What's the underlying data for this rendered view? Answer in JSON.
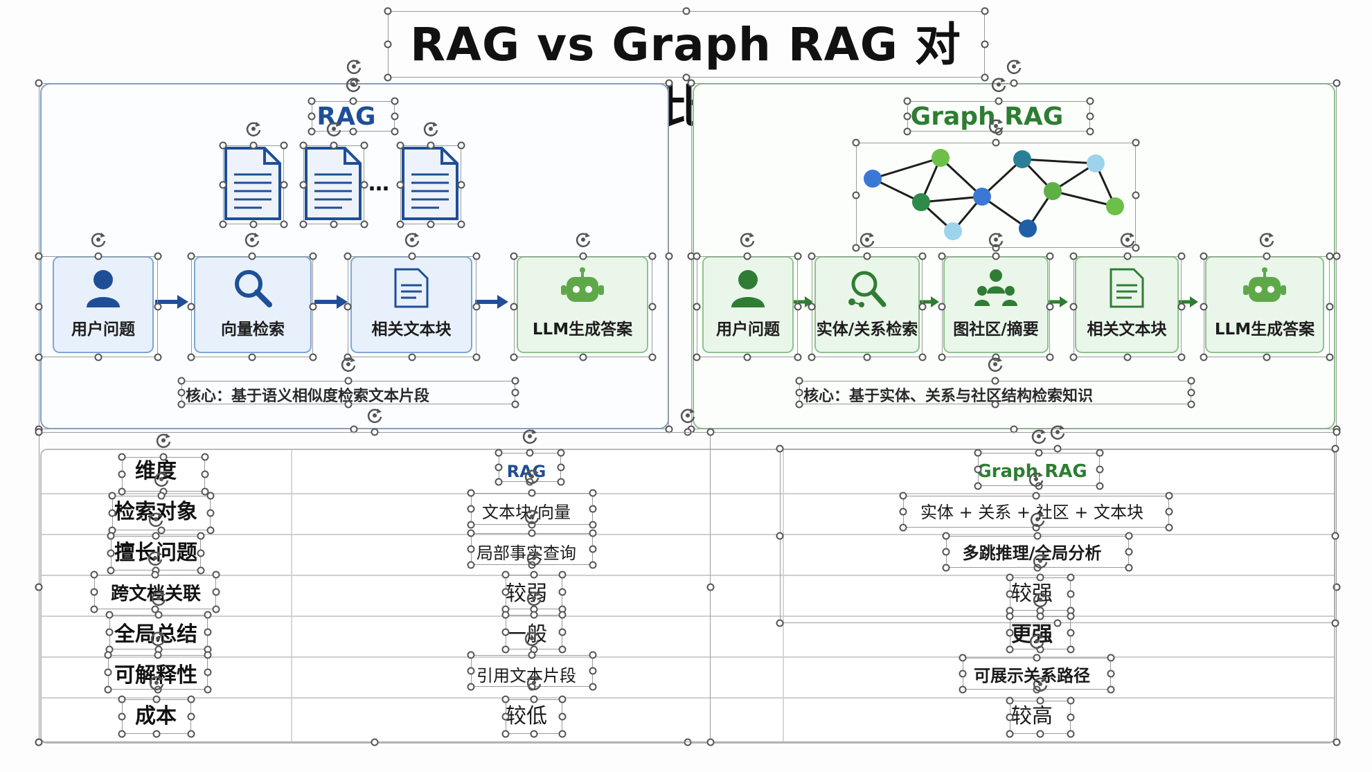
{
  "title": "RAG vs Graph RAG 对比",
  "rag": {
    "title": "RAG",
    "doc_ellipsis": "…",
    "steps": [
      "用户问题",
      "向量检索",
      "相关文本块",
      "LLM生成答案"
    ],
    "core": "核心：基于语义相似度检索文本片段"
  },
  "graph_rag": {
    "title": "Graph RAG",
    "steps": [
      "用户问题",
      "实体/关系检索",
      "图社区/摘要",
      "相关文本块",
      "LLM生成答案"
    ],
    "core": "核心：基于实体、关系与社区结构检索知识"
  },
  "table": {
    "headers": [
      "维度",
      "RAG",
      "Graph RAG"
    ],
    "rows": [
      [
        "检索对象",
        "文本块/向量",
        "实体 + 关系 + 社区 + 文本块"
      ],
      [
        "擅长问题",
        "局部事实查询",
        "多跳推理/全局分析"
      ],
      [
        "跨文档关联",
        "较弱",
        "较强"
      ],
      [
        "全局总结",
        "一般",
        "更强"
      ],
      [
        "可解释性",
        "引用文本片段",
        "可展示关系路径"
      ],
      [
        "成本",
        "较低",
        "较高"
      ]
    ]
  },
  "colors": {
    "rag_blue": "#1e4f96",
    "graph_green": "#2e7d32",
    "arrow_blue": "#1f4e9a",
    "arrow_green": "#2f7d34"
  }
}
